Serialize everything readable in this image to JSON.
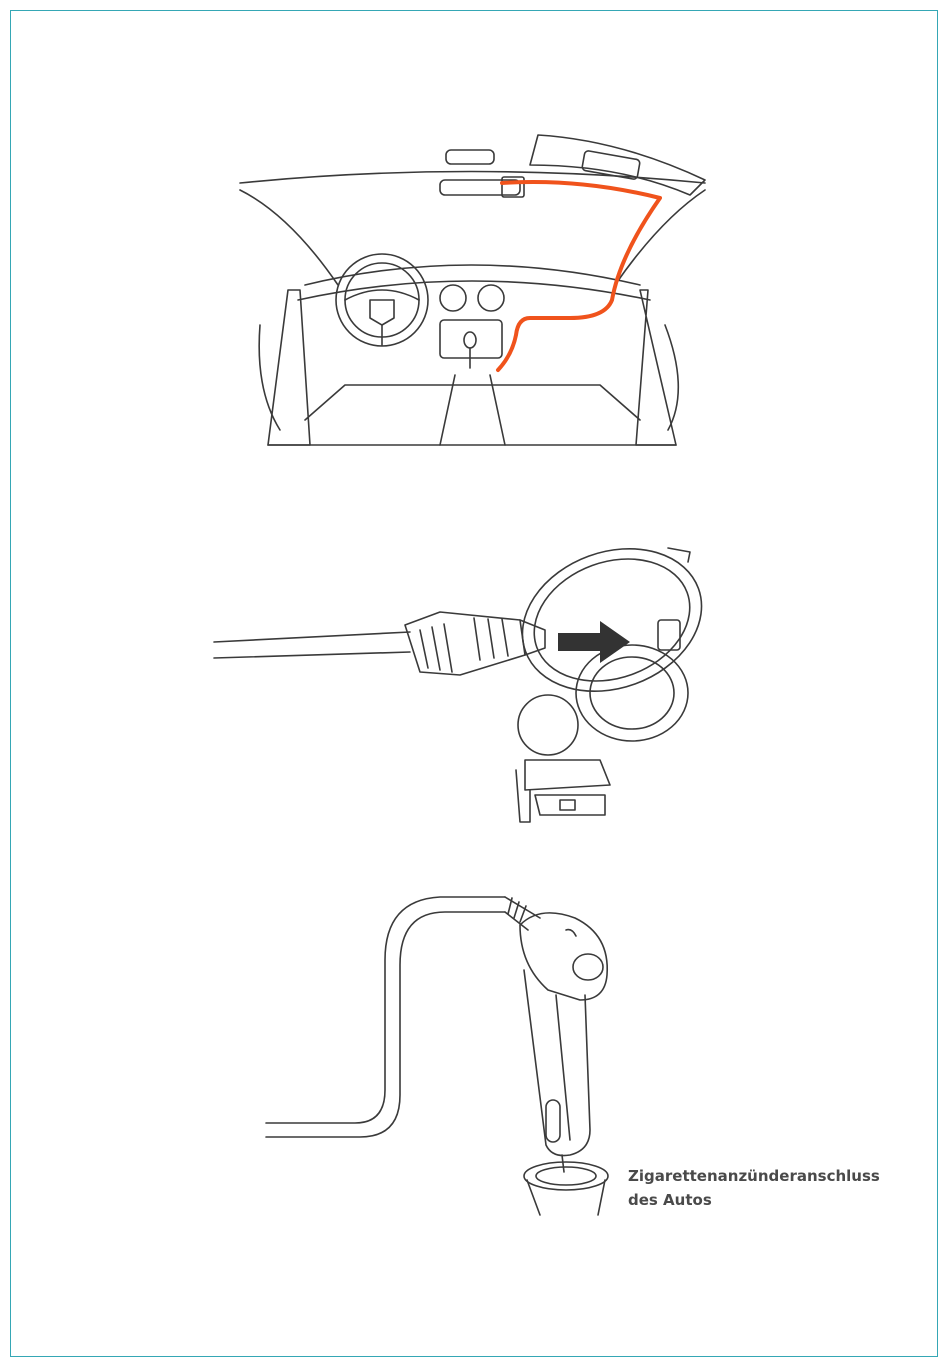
{
  "colors": {
    "frame": "#35a7b5",
    "cable_highlight": "#f0531c",
    "line_art": "#3a3a3a",
    "arrow": "#333333",
    "caption_text": "#4a4a4a"
  },
  "figures": {
    "car_interior": {
      "icon": "car-interior-cable-routing"
    },
    "mount_connector": {
      "icon": "mount-usb-connector-insertion"
    },
    "car_charger": {
      "icon": "cigarette-lighter-charger"
    }
  },
  "caption": {
    "line1": "Zigarettenanzünderanschluss",
    "line2": "des Autos"
  }
}
